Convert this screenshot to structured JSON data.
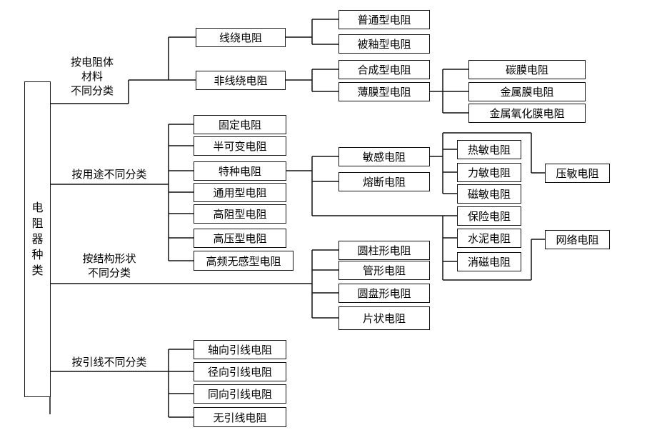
{
  "root": {
    "chars": [
      "电",
      "阻",
      "器",
      "种",
      "类"
    ]
  },
  "categories": {
    "material": [
      "按电阻体",
      "材料",
      "不同分类"
    ],
    "usage": "按用途不同分类",
    "structure": [
      "按结构形状",
      "不同分类"
    ],
    "lead": "按引线不同分类"
  },
  "material": {
    "wirewound": "线绕电阻",
    "wirewound_children": [
      "普通型电阻",
      "被釉型电阻"
    ],
    "nonwirewound": "非线绕电阻",
    "nonwirewound_children": [
      "合成型电阻",
      "薄膜型电阻"
    ],
    "film_children": [
      "碳膜电阻",
      "金属膜电阻",
      "金属氧化膜电阻"
    ]
  },
  "usage": {
    "items": [
      "固定电阻",
      "半可变电阻",
      "特种电阻",
      "通用型电阻",
      "高阻型电阻",
      "高压型电阻",
      "高频无感型电阻"
    ],
    "special_children": [
      "敏感电阻",
      "熔断电阻"
    ],
    "sensitive_children": [
      "热敏电阻",
      "力敏电阻",
      "磁敏电阻"
    ],
    "pressure": "压敏电阻",
    "fuse_children": [
      "保险电阻",
      "水泥电阻",
      "消磁电阻"
    ],
    "network": "网络电阻"
  },
  "structure": {
    "items": [
      "圆柱形电阻",
      "管形电阻",
      "圆盘形电阻",
      "片状电阻"
    ]
  },
  "lead": {
    "items": [
      "轴向引线电阻",
      "径向引线电阻",
      "同向引线电阻",
      "无引线电阻"
    ]
  }
}
